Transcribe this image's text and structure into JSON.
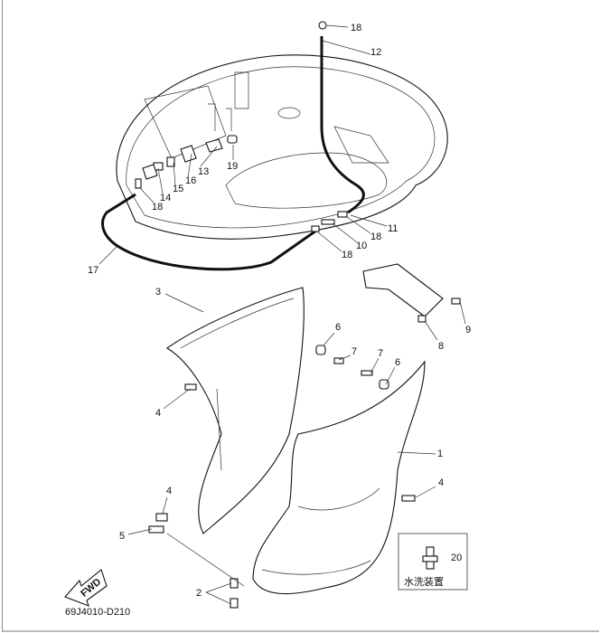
{
  "diagram": {
    "drawing_code": "69J4010-D210",
    "fwd_label": "FWD",
    "inset_caption": "水洗装置",
    "callouts": {
      "c18a": "18",
      "c12": "12",
      "c19": "19",
      "c13": "13",
      "c16": "16",
      "c15": "15",
      "c14": "14",
      "c18b": "18",
      "c11": "11",
      "c18c": "18",
      "c10": "10",
      "c18d": "18",
      "c17": "17",
      "c3": "3",
      "c9": "9",
      "c6a": "6",
      "c8": "8",
      "c7a": "7",
      "c7b": "7",
      "c6b": "6",
      "c4a": "4",
      "c1": "1",
      "c4b": "4",
      "c4c": "4",
      "c5": "5",
      "c20": "20",
      "c2": "2"
    }
  }
}
